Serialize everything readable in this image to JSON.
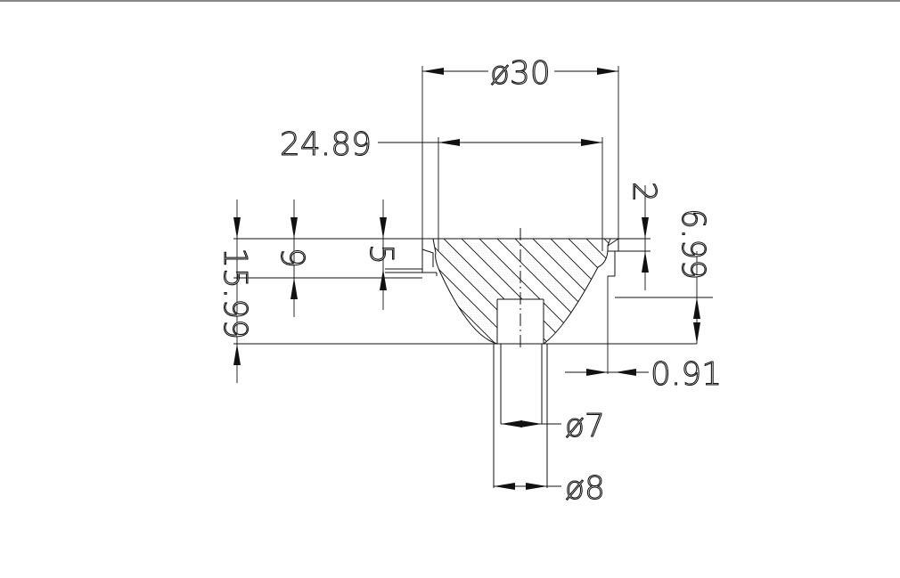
{
  "drawing": {
    "dimensions": {
      "outer_diameter": "ø30",
      "inner_width": "24.89",
      "step_height": "2",
      "inner_depth": "6.99",
      "total_height": "15.99",
      "depth_9": "9",
      "depth_5": "5",
      "wall_thickness": "0.91",
      "bore_diameter": "ø7",
      "boss_diameter": "ø8"
    }
  }
}
